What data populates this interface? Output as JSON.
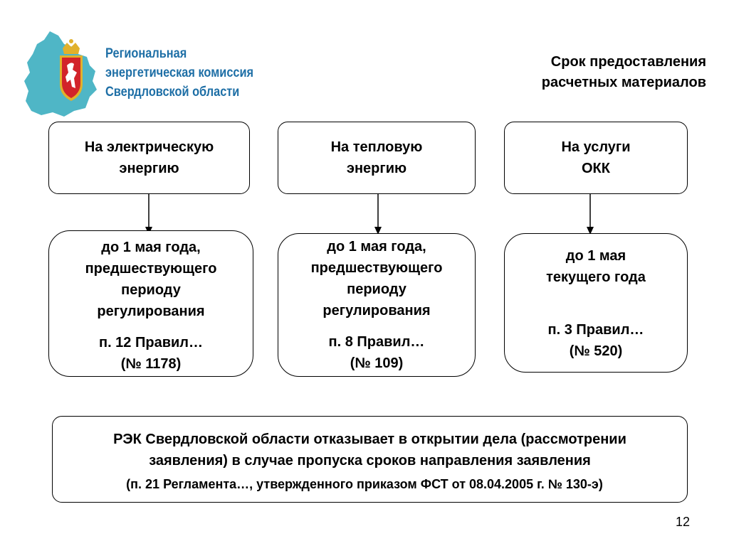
{
  "header": {
    "org_name_lines": [
      "Региональная",
      "энергетическая комиссия",
      "Свердловской области"
    ],
    "title_lines": [
      "Срок предоставления",
      "расчетных материалов"
    ]
  },
  "columns": [
    {
      "category_lines": [
        "На электрическую",
        "энергию"
      ],
      "deadline_lines": [
        "до 1 мая года,",
        "предшествующего",
        "периоду",
        "регулирования"
      ],
      "reference_lines": [
        "п. 12 Правил…",
        "(№ 1178)"
      ]
    },
    {
      "category_lines": [
        "На тепловую",
        "энергию"
      ],
      "deadline_lines": [
        "до 1 мая года,",
        "предшествующего",
        "периоду",
        "регулирования"
      ],
      "reference_lines": [
        "п. 8 Правил…",
        "(№ 109)"
      ]
    },
    {
      "category_lines": [
        "На услуги",
        "ОКК"
      ],
      "deadline_lines": [
        "до 1 мая",
        "текущего года"
      ],
      "reference_lines": [
        "п. 3 Правил…",
        "(№ 520)"
      ]
    }
  ],
  "note": {
    "text_lines": [
      "РЭК Свердловской области отказывает в открытии дела (рассмотрении",
      "заявления) в случае пропуска сроков направления заявления"
    ],
    "reference": "(п. 21 Регламента…, утвержденного приказом ФСТ от 08.04.2005 г. № 130-э)"
  },
  "slide_number": "12",
  "colors": {
    "brand_blue": "#1E6FA6",
    "map_teal": "#4FB6C6",
    "emblem_red": "#D2232A",
    "emblem_gold": "#E1B12C"
  }
}
